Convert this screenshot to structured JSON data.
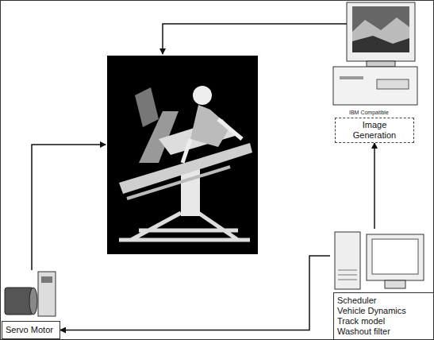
{
  "diagram": {
    "nodes": [
      {
        "text": [
          "Image Generation"
        ]
      },
      {
        "text": [
          "Servo Motor"
        ]
      },
      {
        "text": [
          "Scheduler",
          "Vehicle Dynamics",
          "Track model",
          "Washout filter"
        ]
      }
    ],
    "edges": [
      {
        "from": 2,
        "to": 0,
        "arrow": "to"
      },
      {
        "from": 2,
        "to": 1,
        "arrow": "to"
      }
    ],
    "labels": [
      "IBM Compatible"
    ]
  }
}
